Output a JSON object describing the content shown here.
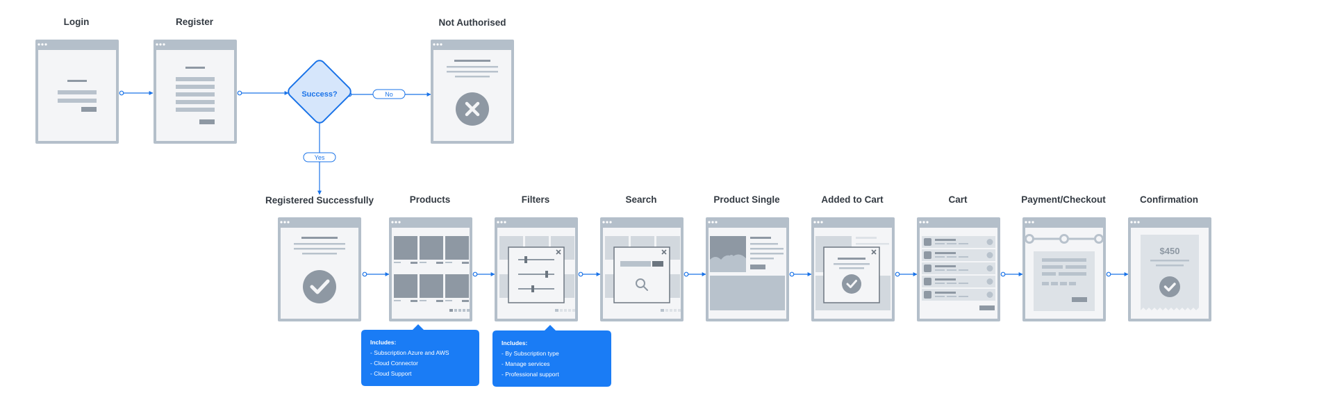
{
  "colors": {
    "accent": "#1a73e8",
    "frame": "#b4bfca",
    "screen_bg": "#f4f5f7",
    "placeholder_dark": "#8e98a3",
    "placeholder_light": "#b8c2cc",
    "decision_fill": "#d6e6fb",
    "note_bg": "#1a7cf5"
  },
  "screens": {
    "login": "Login",
    "register": "Register",
    "not_authorised": "Not Authorised",
    "registered_successfully": "Registered Successfully",
    "products": "Products",
    "filters": "Filters",
    "search": "Search",
    "product_single": "Product Single",
    "added_to_cart": "Added to Cart",
    "cart": "Cart",
    "payment_checkout": "Payment/Checkout",
    "confirmation": "Confirmation"
  },
  "decision": {
    "label": "Success?"
  },
  "edges": {
    "no_label": "No",
    "yes_label": "Yes"
  },
  "confirmation_price": "$450",
  "notes": {
    "products": {
      "title": "Includes:",
      "items": [
        "- Subscription Azure and AWS",
        "- Cloud Connector",
        "- Cloud Support"
      ]
    },
    "filters": {
      "title": "Includes:",
      "items": [
        "- By Subscription type",
        "- Manage services",
        "- Professional support"
      ]
    }
  }
}
